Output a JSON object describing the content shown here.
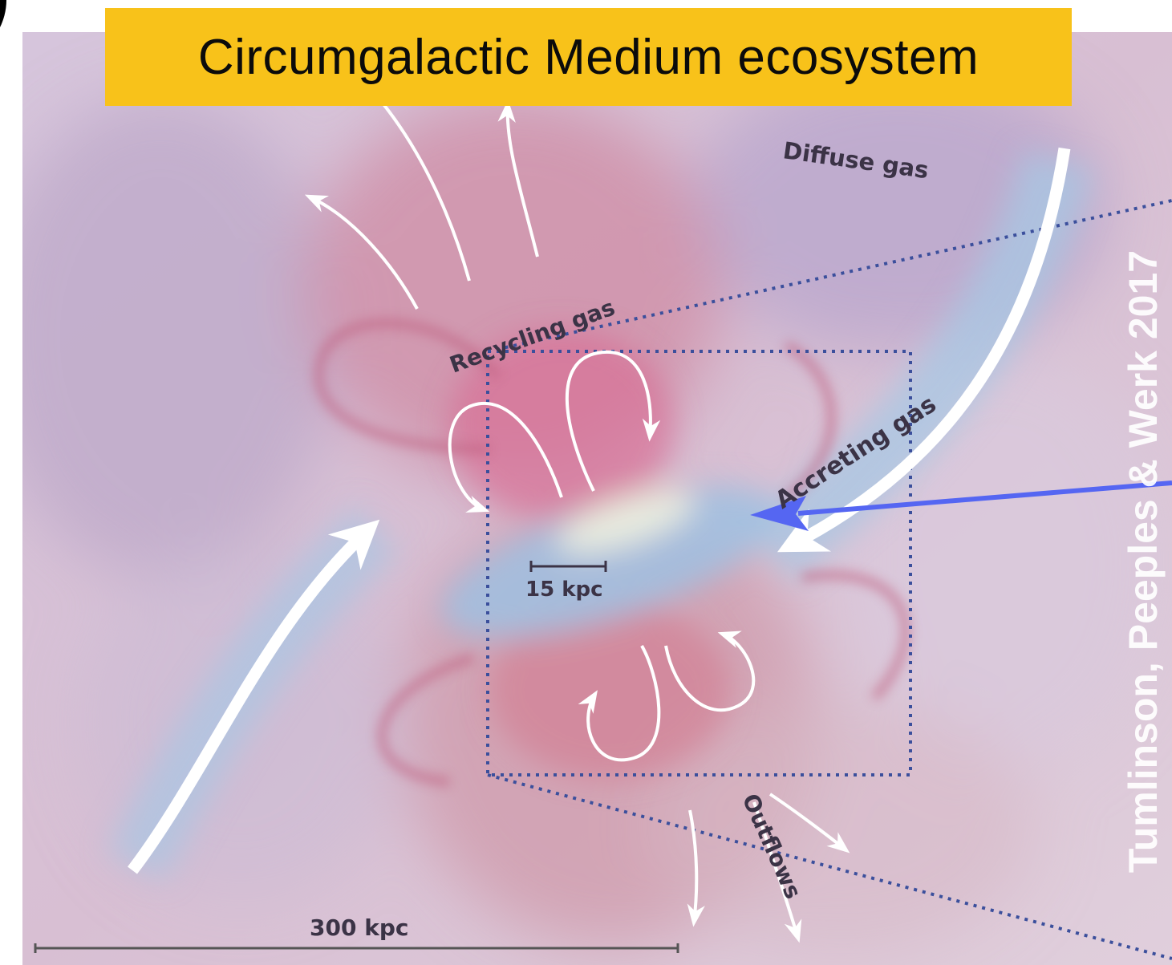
{
  "title": "Circumgalactic Medium ecosystem",
  "labels": {
    "diffuse_gas": "Diffuse gas",
    "recycling_gas": "Recycling gas",
    "accreting_gas": "Accreting gas",
    "outflows": "Outflows",
    "scale_inner": "15 kpc",
    "scale_outer": "300 kpc"
  },
  "credit": "Tumlinson, Peeples & Werk 2017",
  "colors": {
    "banner": "#f8c21a",
    "zoom_box": "#3b4f9c",
    "pointer_arrow": "#5566f2",
    "flow_arrows": "#ffffff"
  }
}
